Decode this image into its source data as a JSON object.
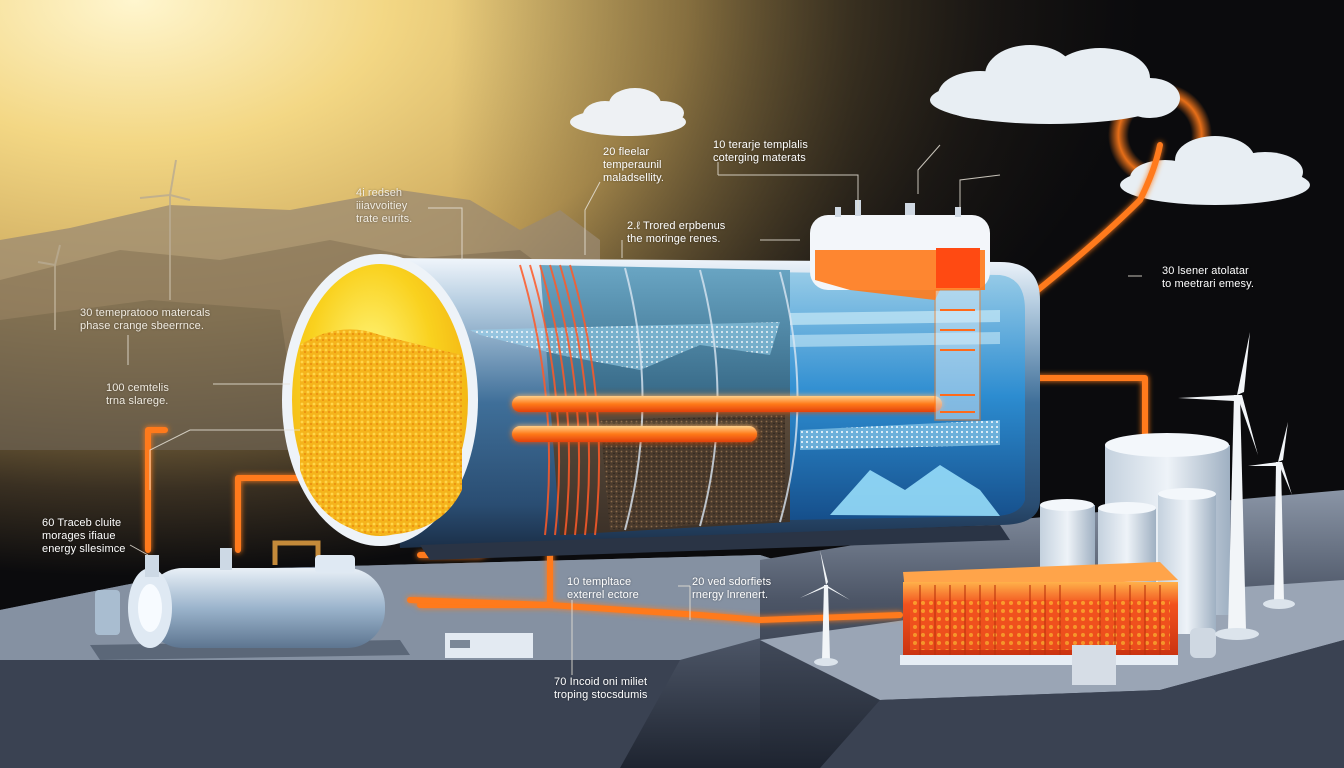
{
  "diagram": {
    "subject": "Thermal energy storage system with phase change materials",
    "colors": {
      "sky_warm": "#e9c46a",
      "sky_dark": "#0b0b0d",
      "tank_shell": "#c9dbe8",
      "hot_material": "#f5b41c",
      "cold_water": "#2a8fd6",
      "heat_pipe": "#ff7a1a",
      "ground": "#4c5566",
      "container_red": "#f2521e",
      "silo_white": "#dfe7ef"
    }
  },
  "labels": {
    "top_left": {
      "line1": "4i redseh",
      "line2": "iiiavvoitiey",
      "line3": "trate eurits."
    },
    "top_center_left": {
      "line1": "20 fleelar",
      "line2": "temperaunil",
      "line3": "maladsellity."
    },
    "top_center_right": {
      "line1": "10 terarje templalis",
      "line2": "coterging materats"
    },
    "mid_center": {
      "line1": "2.ℓ Trored erpbenus",
      "line2": "the moringe renes."
    },
    "right": {
      "line1": "30 lsener atolatar",
      "line2": "to meetrari emesy."
    },
    "left_upper": {
      "line1": "30 temepratooo matercals",
      "line2": "phase crange sbeerrnce."
    },
    "left_mid": {
      "line1": "100 cemtelis",
      "line2": "trna slarege."
    },
    "left_lower": {
      "line1": "60 Traceb cluite",
      "line2": "morages ifiaue",
      "line3": "energy sllesimce"
    },
    "bottom_center_left": {
      "line1": "10 templtace",
      "line2": "exterrel ectore"
    },
    "bottom_center_right": {
      "line1": "20 ved sdorfiets",
      "line2": "rnergy lnrenert."
    },
    "bottom": {
      "line1": "70 Incoid oni miliet",
      "line2": "troping stocsdumis"
    }
  }
}
